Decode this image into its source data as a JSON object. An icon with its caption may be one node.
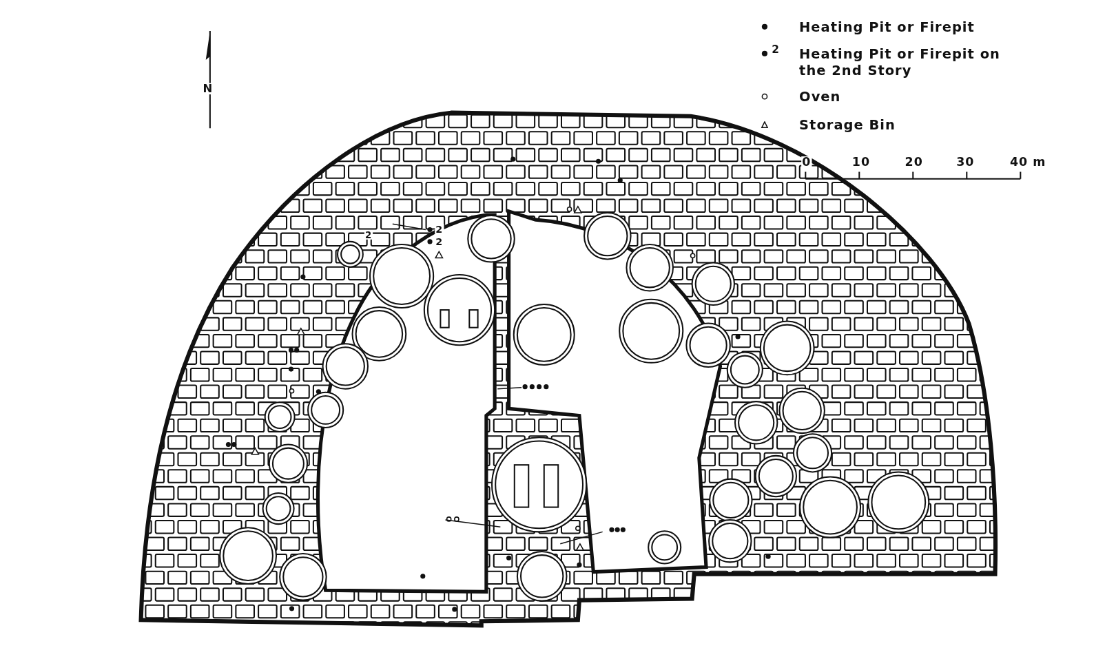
{
  "diagram": {
    "labels": [
      "N",
      "2",
      "0",
      "10",
      "20",
      "30",
      "40 m",
      "2",
      "2",
      "2"
    ],
    "legend": [
      {
        "text": "Heating Pit or Firepit"
      },
      {
        "text": "Heating Pit or Firepit on the 2nd Story"
      },
      {
        "text": "Oven"
      },
      {
        "text": "Storage Bin"
      }
    ]
  }
}
